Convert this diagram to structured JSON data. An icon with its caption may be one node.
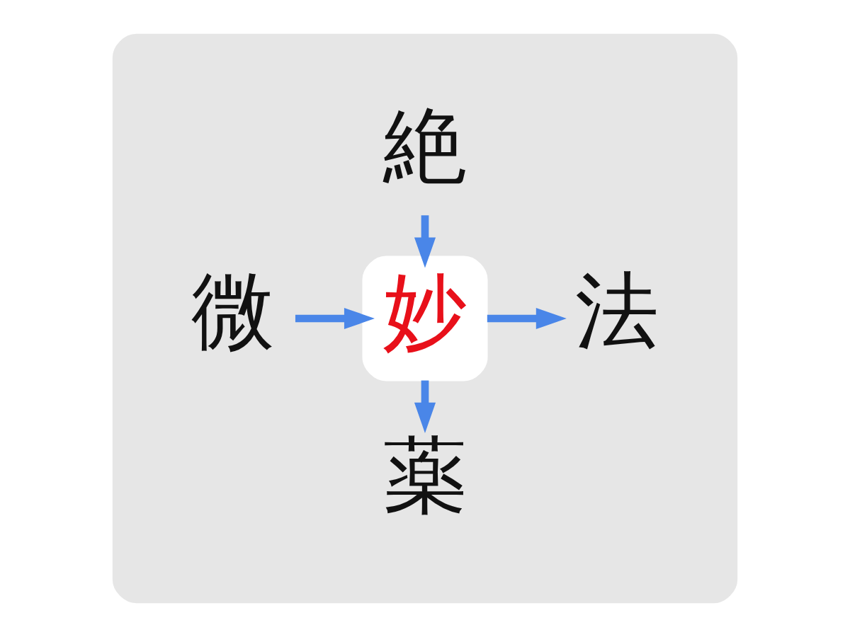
{
  "diagram": {
    "nodes": [
      {
        "text": [],
        "shape": "box"
      },
      {
        "text": [
          "絶"
        ],
        "in": 0
      },
      {
        "text": [
          "微"
        ],
        "in": 0
      },
      {
        "text": [
          "妙"
        ],
        "in": 0
      },
      {
        "text": [
          "法"
        ],
        "in": 0
      },
      {
        "text": [
          "薬"
        ],
        "in": 0
      }
    ],
    "edges": [
      {
        "from": 1,
        "to": 3,
        "arrow": "to"
      },
      {
        "from": 2,
        "to": 3,
        "arrow": "to"
      },
      {
        "from": 3,
        "to": 4,
        "arrow": "to"
      },
      {
        "from": 3,
        "to": 5,
        "arrow": "to"
      }
    ]
  }
}
